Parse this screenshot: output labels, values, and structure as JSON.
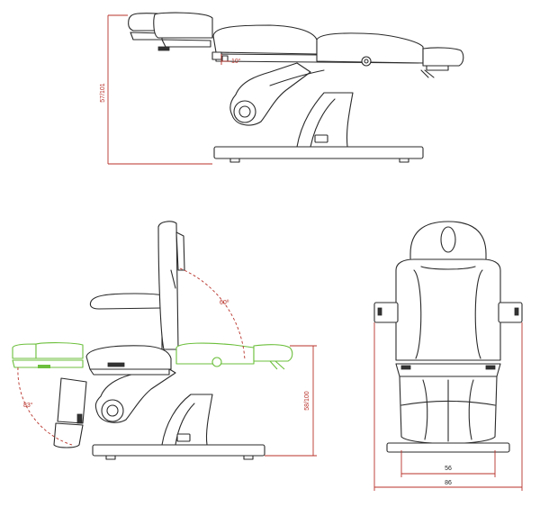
{
  "dimensions": {
    "height_flat": "57/101",
    "angle_footrest_top": "10°",
    "backrest_angle": "60º",
    "leg_angle": "83°",
    "height_seat": "58/100",
    "width_inner": "56",
    "width_outer": "86"
  },
  "colors": {
    "outline": "#2a2a2a",
    "dimension": "#b8322a",
    "alternate_position": "#6cbf3c"
  }
}
